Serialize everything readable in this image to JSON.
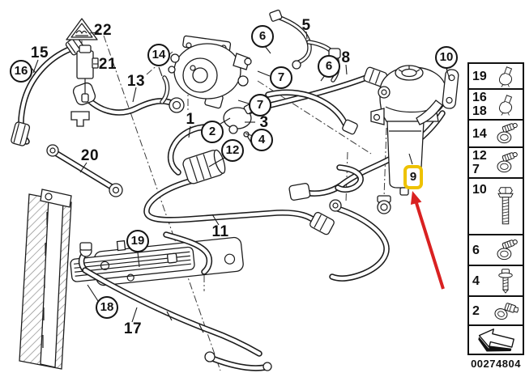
{
  "diagram": {
    "part_number": "00274804",
    "colors": {
      "background": "#ffffff",
      "line": "#1c1c1c",
      "highlight_yellow": "#eec200",
      "arrow_red": "#d92121"
    },
    "callouts": {
      "circled": [
        {
          "label": "16"
        },
        {
          "label": "14"
        },
        {
          "label": "6"
        },
        {
          "label": "6"
        },
        {
          "label": "7"
        },
        {
          "label": "7"
        },
        {
          "label": "2"
        },
        {
          "label": "4"
        },
        {
          "label": "12"
        },
        {
          "label": "10"
        },
        {
          "label": "19"
        },
        {
          "label": "18"
        }
      ],
      "plain": [
        {
          "label": "22"
        },
        {
          "label": "15"
        },
        {
          "label": "21"
        },
        {
          "label": "13"
        },
        {
          "label": "1"
        },
        {
          "label": "5"
        },
        {
          "label": "3"
        },
        {
          "label": "8"
        },
        {
          "label": "20"
        },
        {
          "label": "11"
        },
        {
          "label": "17"
        }
      ],
      "highlighted": {
        "label": "9"
      }
    },
    "legend": {
      "rows": [
        {
          "labels": [
            "19"
          ],
          "icon": "hose-clip-icon"
        },
        {
          "labels": [
            "16",
            "18"
          ],
          "icon": "hose-clip-icon"
        },
        {
          "labels": [
            "14"
          ],
          "icon": "worm-clamp-icon"
        },
        {
          "labels": [
            "12",
            "7"
          ],
          "icon": "worm-clamp-icon"
        },
        {
          "labels": [
            "10"
          ],
          "icon": "hex-bolt-icon"
        },
        {
          "labels": [
            "6"
          ],
          "icon": "worm-clamp-icon"
        },
        {
          "labels": [
            "4"
          ],
          "icon": "screw-icon"
        },
        {
          "labels": [
            "2"
          ],
          "icon": "hose-clamp-icon"
        },
        {
          "labels": [],
          "icon": "direction-arrow-icon"
        }
      ]
    }
  }
}
